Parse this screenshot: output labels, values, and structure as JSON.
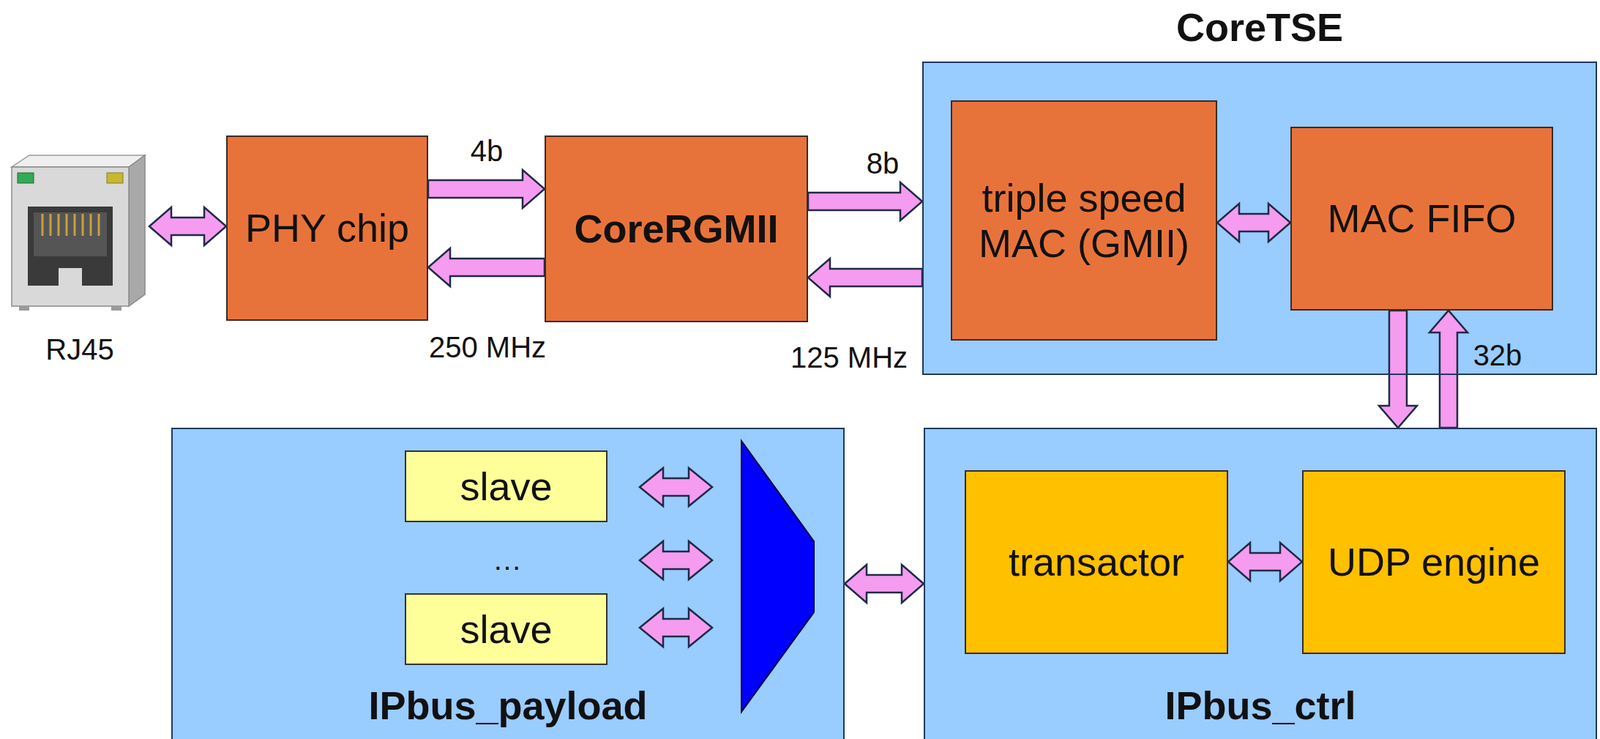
{
  "diagram": {
    "nodes": [
      {
        "text": [
          "RJ45"
        ]
      },
      {
        "text": [
          "PHY chip"
        ]
      },
      {
        "text": [
          "CoreRGMII"
        ]
      },
      {
        "text": [
          "CoreTSE"
        ]
      },
      {
        "text": [
          "triple speed MAC (GMII)"
        ],
        "in": 3
      },
      {
        "text": [
          "MAC FIFO"
        ],
        "in": 3
      },
      {
        "text": [
          "IPbus_payload"
        ]
      },
      {
        "text": [
          "slave"
        ],
        "in": 6
      },
      {
        "text": [
          "slave"
        ],
        "in": 6
      },
      {
        "text": [
          "IPbus_ctrl"
        ]
      },
      {
        "text": [
          "transactor"
        ],
        "in": 9
      },
      {
        "text": [
          "UDP engine"
        ],
        "in": 9
      }
    ],
    "edges": [
      {
        "from": 0,
        "to": 1,
        "arrow": "both"
      },
      {
        "from": 1,
        "to": 2,
        "arrow": "to"
      },
      {
        "from": 2,
        "to": 1,
        "arrow": "to"
      },
      {
        "from": 2,
        "to": 3,
        "arrow": "to"
      },
      {
        "from": 3,
        "to": 2,
        "arrow": "to"
      },
      {
        "from": 4,
        "to": 5,
        "arrow": "both"
      },
      {
        "from": 5,
        "to": 9,
        "arrow": "to"
      },
      {
        "from": 9,
        "to": 5,
        "arrow": "to"
      },
      {
        "from": 10,
        "to": 11,
        "arrow": "both"
      },
      {
        "from": 6,
        "to": 9,
        "arrow": "both"
      }
    ],
    "labels": [
      "4b",
      "250 MHz",
      "8b",
      "125 MHz",
      "32b",
      "…"
    ]
  }
}
